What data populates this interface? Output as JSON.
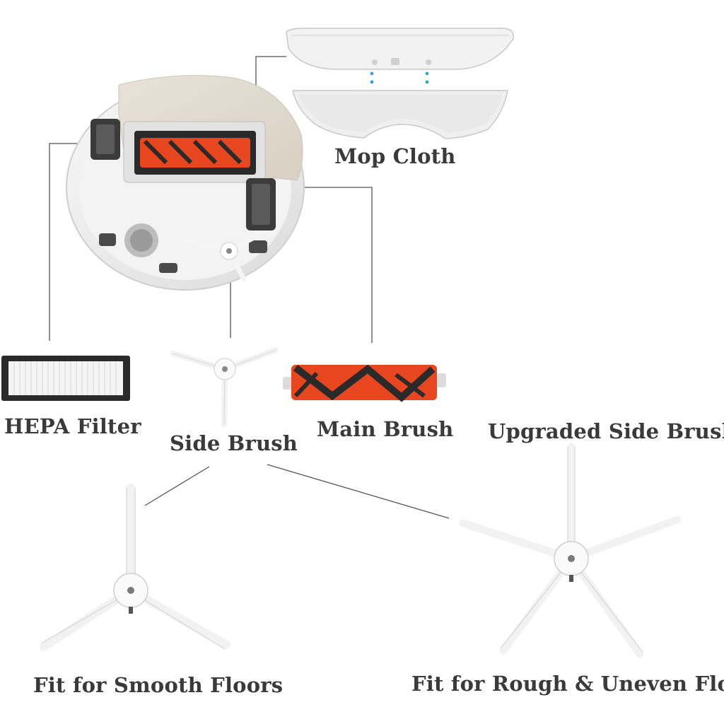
{
  "labels": {
    "mop_cloth": "Mop Cloth",
    "hepa_filter": "HEPA Filter",
    "side_brush": "Side Brush",
    "main_brush": "Main Brush",
    "upgraded_side_brush": "Upgraded Side Brush",
    "smooth_floors": "Fit for Smooth Floors",
    "rough_floor": "Fit for Rough & Uneven Floor"
  },
  "colors": {
    "background": "#ffffff",
    "label_text": "#3a3a3a",
    "brush_orange": "#e8461e",
    "brush_dark": "#2a2a2a",
    "connector_line": "#555555",
    "water_drop": "#3aa0d8"
  }
}
